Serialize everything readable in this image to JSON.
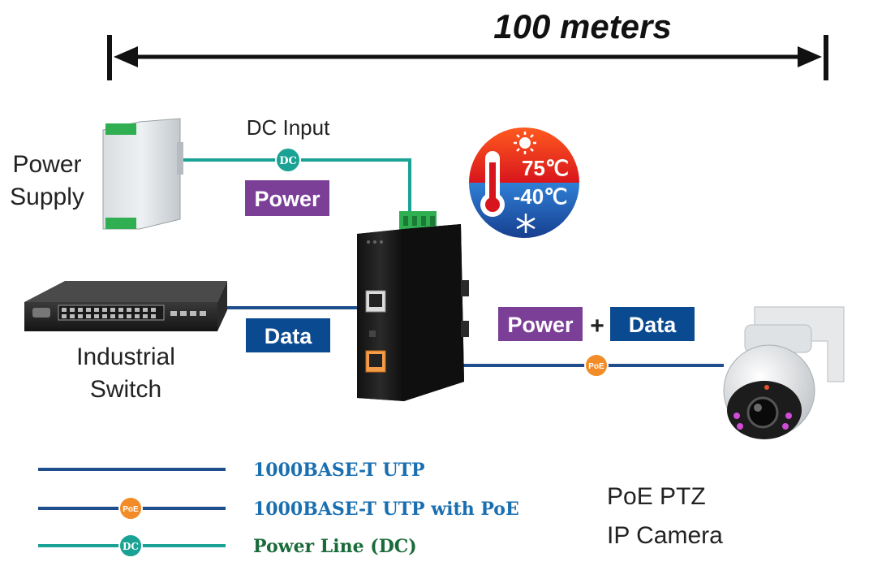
{
  "distance": {
    "label": "100 meters"
  },
  "power_supply": {
    "label_line1": "Power",
    "label_line2": "Supply"
  },
  "dc_input": {
    "label": "DC Input",
    "badge": "DC"
  },
  "badges": {
    "power": "Power",
    "data": "Data",
    "power2": "Power",
    "plus": "+",
    "data2": "Data"
  },
  "temperature": {
    "high": "75℃",
    "low": "-40℃"
  },
  "industrial_switch": {
    "label_line1": "Industrial",
    "label_line2": "Switch"
  },
  "poe_marker": "PoE",
  "camera": {
    "label_line1": "PoE PTZ",
    "label_line2": "IP Camera"
  },
  "legend": [
    {
      "marker": "",
      "label": "1000BASE-T UTP"
    },
    {
      "marker": "PoE",
      "label": "1000BASE-T UTP with PoE"
    },
    {
      "marker": "DC",
      "label": "Power Line (DC)"
    }
  ],
  "colors": {
    "utp": "#1f4e8c",
    "dc": "#1aa394",
    "poe": "#f28c28",
    "power_badge": "#7b3f98",
    "data_badge": "#0a4a91",
    "legend_blue": "#1a6fb0",
    "legend_green": "#1a6b3a",
    "hot": "#e2231a",
    "cold": "#1d5fb4"
  }
}
